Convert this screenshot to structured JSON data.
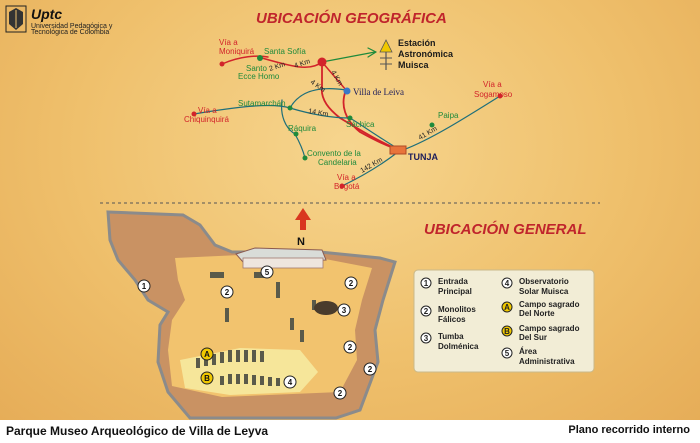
{
  "logo": {
    "name": "Uptc",
    "subtitle_1": "Universidad Pedagógica y",
    "subtitle_2": "Tecnológica de Colombia"
  },
  "titles": {
    "geo": "UBICACIÓN GEOGRÁFICA",
    "general": "UBICACIÓN GENERAL"
  },
  "north": "N",
  "geo": {
    "via_moniquira_1": "Vía a",
    "via_moniquira_2": "Moniquirá",
    "santa_sofia": "Santa Sofía",
    "santo_ecce_1": "Santo",
    "santo_ecce_2": "Ecce Homo",
    "estacion_1": "Estación",
    "estacion_2": "Astronómica",
    "estacion_3": "Muisca",
    "villa": "Villa de Leiva",
    "km2": "2 Km",
    "km4a": "4 Km",
    "km4b": "4 Km",
    "km4c": "4 Km",
    "km14": "14 Km",
    "km41": "41 Km",
    "km142": "142 Km",
    "sutamarchan": "Sutamarchán",
    "via_chiquinquira_1": "Vía a",
    "via_chiquinquira_2": "Chiquinquirá",
    "raquira": "Ráquira",
    "convento_1": "Convento de la",
    "convento_2": "Candelaria",
    "sachica": "Sáchica",
    "paipa": "Paipa",
    "via_sogamoso_1": "Vía a",
    "via_sogamoso_2": "Sogamoso",
    "tunja": "TUNJA",
    "via_bogota_1": "Vía a",
    "via_bogota_2": "Bogotá"
  },
  "legend": {
    "item1_num": "1",
    "item1_a": "Entrada",
    "item1_b": "Principal",
    "item2_num": "2",
    "item2_a": "Monolitos",
    "item2_b": "Fálicos",
    "item3_num": "3",
    "item3_a": "Tumba",
    "item3_b": "Dolménica",
    "item4_num": "4",
    "item4_a": "Observatorio",
    "item4_b": "Solar Muisca",
    "itemA_num": "A",
    "itemA_a": "Campo sagrado",
    "itemA_b": "Del Norte",
    "itemB_num": "B",
    "itemB_a": "Campo sagrado",
    "itemB_b": "Del Sur",
    "item5_num": "5",
    "item5_a": "Área",
    "item5_b": "Administrativa"
  },
  "site_markers": {
    "m1": "1",
    "m2a": "2",
    "m2b": "2",
    "m2c": "2",
    "m2d": "2",
    "m2e": "2",
    "m3": "3",
    "m4": "4",
    "m5": "5",
    "mA": "A",
    "mB": "B"
  },
  "footer": {
    "left": "Parque Museo Arqueológico de Villa de Leyva",
    "right": "Plano recorrido interno"
  },
  "colors": {
    "background": "#efc06c",
    "road_main": "#d2232a",
    "road_secondary": "#1f6f7a",
    "town_green": "#1f8a3b",
    "town_red": "#d2232a",
    "park_ground": "#c99263",
    "fence": "#9a9a9a"
  }
}
